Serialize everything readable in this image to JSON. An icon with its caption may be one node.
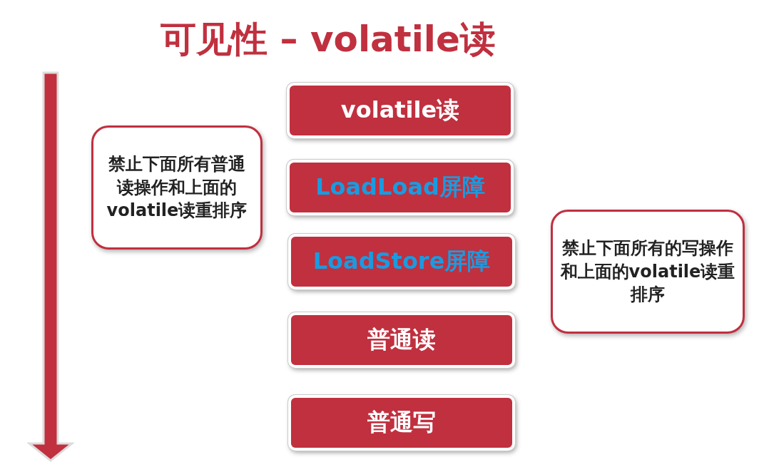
{
  "diagram": {
    "title": "可见性 – volatile读",
    "nodes": [
      {
        "text": [
          "volatile读"
        ]
      },
      {
        "text": [
          "LoadLoad屏障"
        ]
      },
      {
        "text": [
          "LoadStore屏障"
        ]
      },
      {
        "text": [
          "普通读"
        ]
      },
      {
        "text": [
          "普通写"
        ]
      },
      {
        "text": [
          "禁止下面所有普通读操作和上面的volatile读重排序"
        ]
      },
      {
        "text": [
          "禁止下面所有的写操作和上面的volatile读重排序"
        ]
      }
    ]
  }
}
